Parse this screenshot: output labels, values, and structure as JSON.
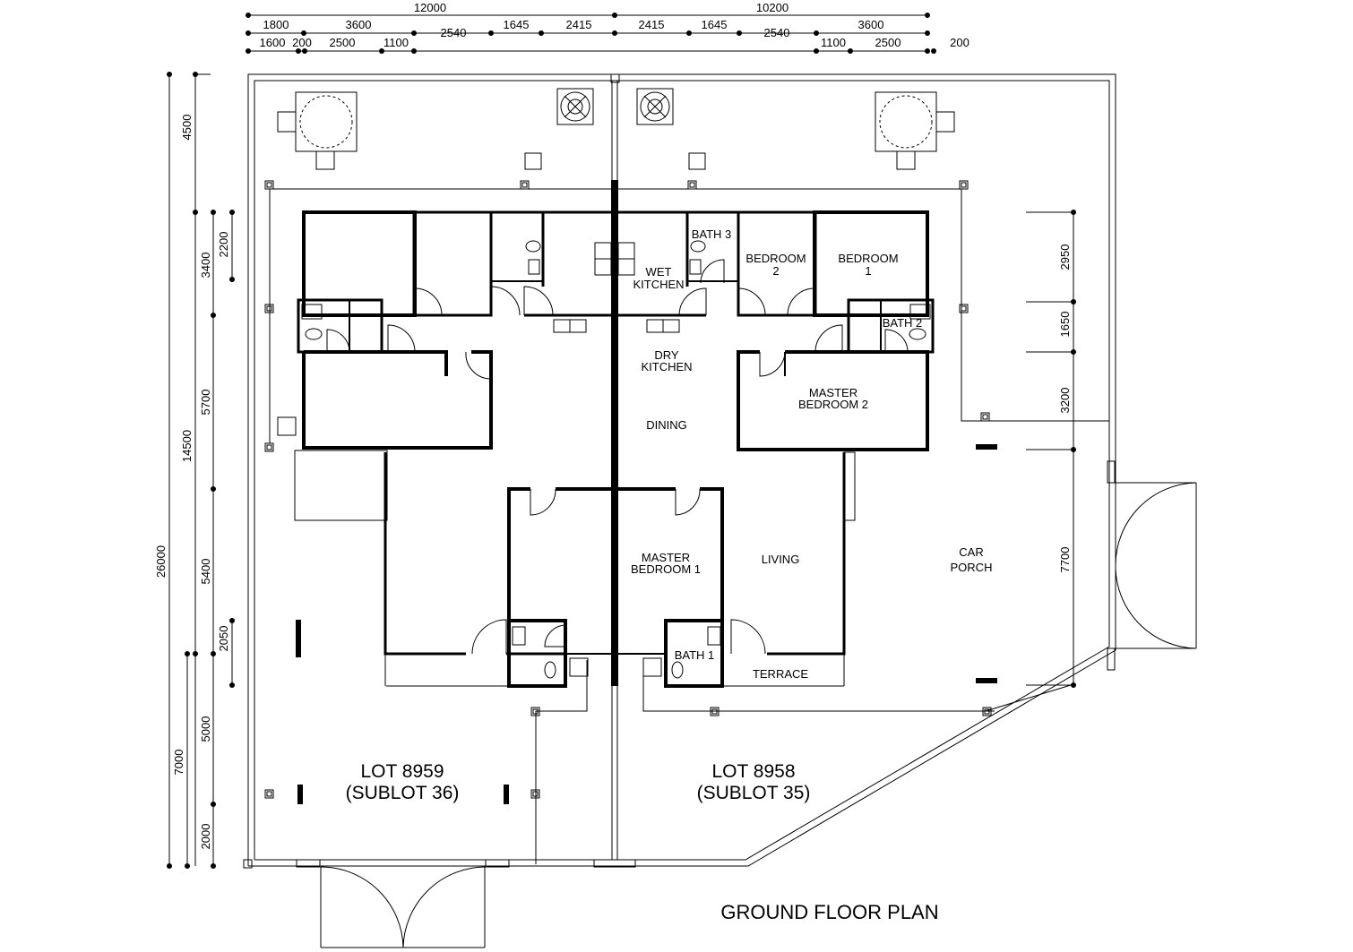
{
  "plan": {
    "title": "GROUND FLOOR PLAN",
    "lots": [
      {
        "line1": "LOT 8959",
        "line2": "(SUBLOT 36)"
      },
      {
        "line1": "LOT 8958",
        "line2": "(SUBLOT 35)"
      }
    ],
    "rooms": {
      "wet_kitchen": [
        "WET",
        "KITCHEN"
      ],
      "dry_kitchen": [
        "DRY",
        "KITCHEN"
      ],
      "dining": "DINING",
      "bath3": "BATH 3",
      "bedroom2": [
        "BEDROOM",
        "2"
      ],
      "bedroom1": [
        "BEDROOM",
        "1"
      ],
      "bath2": "BATH 2",
      "master_bedroom2": [
        "MASTER",
        "BEDROOM 2"
      ],
      "master_bedroom1": [
        "MASTER",
        "BEDROOM 1"
      ],
      "living": "LIVING",
      "car_porch": [
        "CAR",
        "PORCH"
      ],
      "bath1": "BATH 1",
      "terrace": "TERRACE"
    }
  },
  "dimensions": {
    "top_row1": [
      "12000",
      "10200"
    ],
    "top_row2": [
      "1800",
      "3600",
      "1645",
      "2415",
      "2415",
      "1645",
      "3600"
    ],
    "top_row3": [
      "1600",
      "200",
      "2500",
      "1100",
      "2540",
      "2540",
      "1100",
      "2500",
      "200"
    ],
    "left_outer": [
      "26000"
    ],
    "left_mid": [
      "4500",
      "14500",
      "7000"
    ],
    "left_inner": [
      "3400",
      "5700",
      "5400",
      "5000",
      "2000"
    ],
    "left_inner2": [
      "2200",
      "2050"
    ],
    "right": [
      "2950",
      "1650",
      "3200",
      "7700"
    ]
  }
}
